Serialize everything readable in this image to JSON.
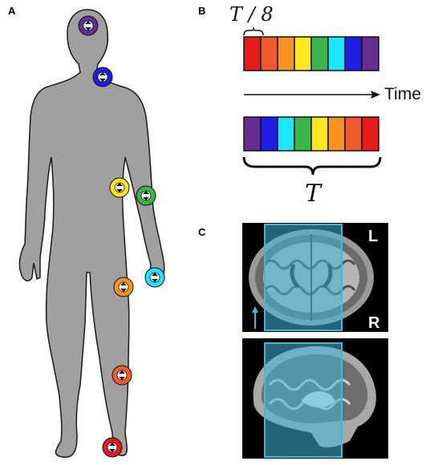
{
  "panels": {
    "a": {
      "label": "A"
    },
    "b": {
      "label": "B"
    },
    "c": {
      "label": "C"
    }
  },
  "timing": {
    "segment_label": "T / 8",
    "time_axis_label": "Time",
    "period_label": "T",
    "sequence_top": [
      "#e81b1b",
      "#f05a28",
      "#f7931e",
      "#ffe61e",
      "#39b54a",
      "#1ee6ff",
      "#1e1ee6",
      "#662d91"
    ],
    "sequence_bottom": [
      "#662d91",
      "#1e1ee6",
      "#1ee6ff",
      "#39b54a",
      "#ffe61e",
      "#f7931e",
      "#f05a28",
      "#e81b1b"
    ]
  },
  "body_figure": {
    "fill": "#a0a0a0",
    "stimulators": [
      {
        "name": "forehead",
        "color": "#662d91"
      },
      {
        "name": "neck",
        "color": "#1e1ee6"
      },
      {
        "name": "upper-arm",
        "color": "#ffe61e"
      },
      {
        "name": "forearm",
        "color": "#39b54a"
      },
      {
        "name": "hand",
        "color": "#1ee6ff"
      },
      {
        "name": "thigh",
        "color": "#f7931e"
      },
      {
        "name": "shin",
        "color": "#f05a28"
      },
      {
        "name": "foot",
        "color": "#e81b1b"
      }
    ]
  },
  "mri": {
    "axial_left_label": "L",
    "axial_right_label": "R",
    "highlight_color": "#40b8d8"
  }
}
